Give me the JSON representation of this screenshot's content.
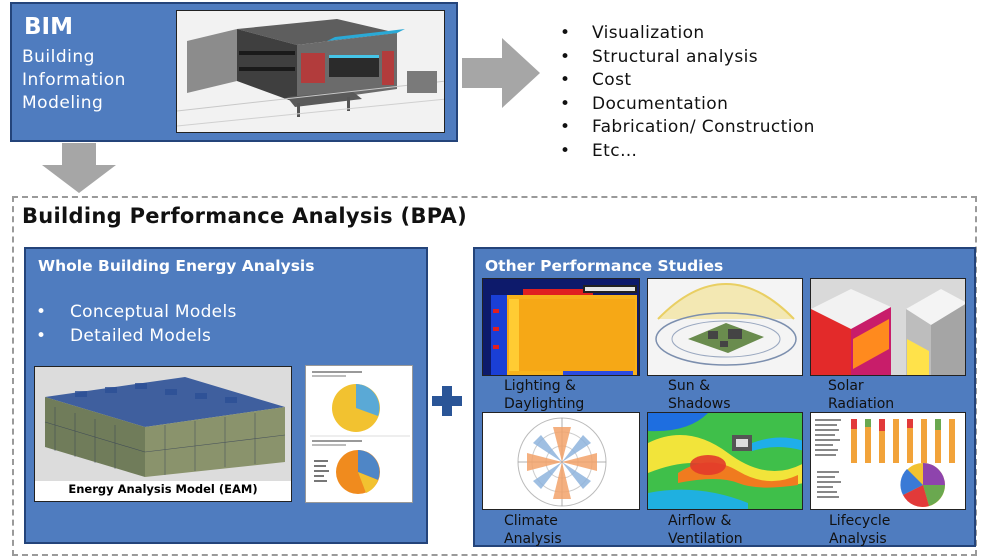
{
  "bim": {
    "title": "BIM",
    "subtitle_lines": [
      "Building",
      "Information",
      "Modeling"
    ]
  },
  "benefits": [
    "Visualization",
    "Structural analysis",
    "Cost",
    "Documentation",
    "Fabrication/ Construction",
    "Etc…"
  ],
  "bpa": {
    "title": "Building Performance Analysis (BPA)"
  },
  "whole_building": {
    "title": "Whole Building Energy Analysis",
    "models": [
      "Conceptual Models",
      "Detailed Models"
    ],
    "eam_label": "Energy Analysis Model (EAM)"
  },
  "other_studies": {
    "title": "Other Performance Studies",
    "tiles": [
      {
        "line1": "Lighting &",
        "line2": "Daylighting",
        "icon": "daylighting-plan-image"
      },
      {
        "line1": "Sun &",
        "line2": "Shadows",
        "icon": "sun-path-image"
      },
      {
        "line1": "Solar",
        "line2": "Radiation",
        "icon": "solar-radiation-image"
      },
      {
        "line1": "Climate",
        "line2": "Analysis",
        "icon": "wind-rose-image"
      },
      {
        "line1": "Airflow &",
        "line2": "Ventilation",
        "icon": "cfd-airflow-image"
      },
      {
        "line1": "Lifecycle",
        "line2": "Analysis",
        "icon": "lifecycle-chart-image"
      }
    ]
  },
  "colors": {
    "panel_blue": "#4f7cbf",
    "panel_border": "#24447a",
    "arrow_gray": "#a6a6a6",
    "plus_blue": "#2a5597"
  }
}
